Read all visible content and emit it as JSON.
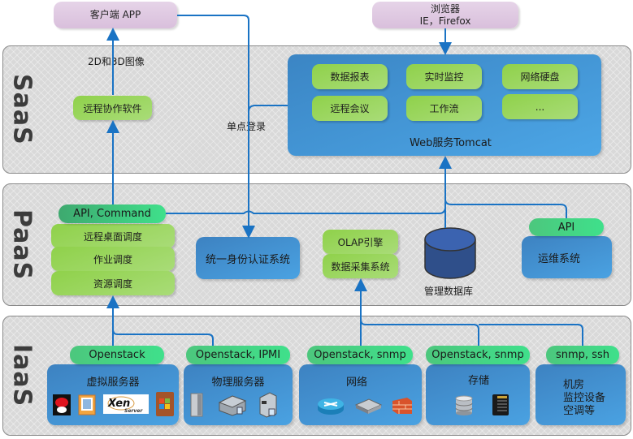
{
  "clients": {
    "app": "客户端 APP",
    "browser_line1": "浏览器",
    "browser_line2": "IE，Firefox"
  },
  "layers": {
    "saas": "SaaS",
    "paas": "PaaS",
    "iaas": "IaaS"
  },
  "saas": {
    "image_label": "2D和3D图像",
    "remote_software": "远程协作软件",
    "sso_label": "单点登录",
    "web_service": "Web服务Tomcat",
    "modules": [
      "数据报表",
      "实时监控",
      "网络硬盘",
      "远程会议",
      "工作流",
      "..."
    ]
  },
  "paas": {
    "api_command": "API, Command",
    "schedulers": [
      "远程桌面调度",
      "作业调度",
      "资源调度"
    ],
    "identity": "统一身份认证系统",
    "olap": "OLAP引擎",
    "data_collection": "数据采集系统",
    "database": "管理数据库",
    "ops_api": "API",
    "ops": "运维系统"
  },
  "iaas": {
    "columns": [
      {
        "protocol": "Openstack",
        "title": "虚拟服务器",
        "icons": [
          "redhat-icon",
          "vmware-icon",
          "xenserver-icon",
          "windows-icon"
        ]
      },
      {
        "protocol": "Openstack, IPMI",
        "title": "物理服务器",
        "icons": [
          "tower-server-icon",
          "rack-server-icon",
          "desktop-server-icon"
        ]
      },
      {
        "protocol": "Openstack, snmp",
        "title": "网络",
        "icons": [
          "router-icon",
          "switch-icon",
          "firewall-icon"
        ]
      },
      {
        "protocol": "Openstack, snmp",
        "title": "存储",
        "icons": [
          "database-storage-icon",
          "nas-icon"
        ]
      },
      {
        "protocol": "snmp, ssh",
        "title_lines": [
          "机房",
          "监控设备",
          "空调等"
        ],
        "icons": []
      }
    ],
    "xen_text": "Xen",
    "xen_sub": "Server"
  },
  "colors": {
    "connector": "#1a73c4",
    "layer_bg": "#d9d9d9",
    "green_box": "#8fd14a",
    "mint_tag": "#45d484",
    "blue_box": "#3f8fcf",
    "client_box": "#dcc4df",
    "database": "#3a5d9e"
  }
}
